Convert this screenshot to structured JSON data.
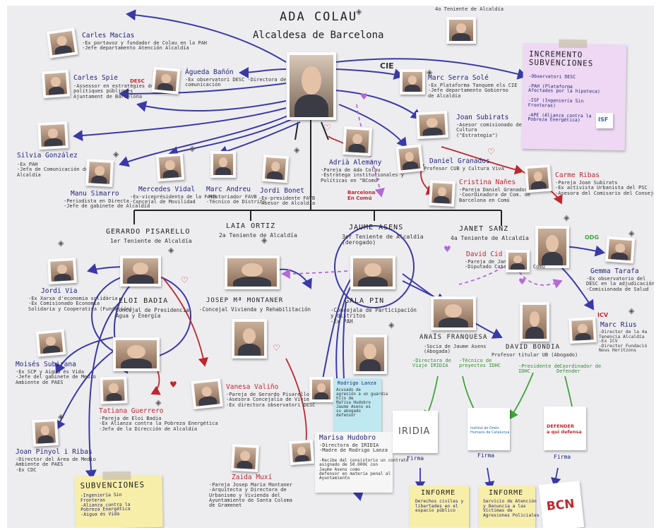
{
  "header": {
    "name": "ADA COLAU",
    "role": "Alcaldesa de Barcelona"
  },
  "center": {
    "photo": "ada-colau-photo"
  },
  "top_people": [
    {
      "name": "Carles Macías",
      "desc": "-Ex portavoz y fundador de Colau en la PAH\n-Jefe departamento Atención Alcaldía"
    },
    {
      "name": "Carles Spie",
      "desc": "-Assessor en estratègies de\npolítiques públiques\nAjuntament de Barcelona"
    },
    {
      "name": "Águeda Bañón",
      "desc": "-Ex observatori DESC -Directora de\ncomunicación"
    },
    {
      "name": "Silvia González",
      "desc": "-Ex PAH\n-Jefa de Comunicación de\nAlcaldía"
    },
    {
      "name": "Manu Simarro",
      "desc": "-Periodista en Directa\n-Jefe de gabinete de Alcaldía"
    },
    {
      "name": "Mercedes Vidal",
      "desc": "-Ex-viceprésidenta de la FAVB\n-Concejal de Movilidad"
    },
    {
      "name": "Marc Andreu",
      "desc": "-Historiador FAVB\n-Técnico de Distrito"
    },
    {
      "name": "Jordi Bonet",
      "desc": "-Ex-presidente FAVB\n-Asesor de Alcaldía"
    },
    {
      "name": "Adrià Alemany",
      "desc": "-Pareja de Ada Colau\n-Estratega institucionales y\nPolíticas en \"BComú\""
    },
    {
      "name": "4o Teniente de Alcaldía",
      "desc": ""
    },
    {
      "name": "Marc Serra Solé",
      "desc": "-Ex Plataforma Tanquem els CIE\n-Jefe departamento Gobierno\nde Alcaldía"
    },
    {
      "name": "Joan Subirats",
      "desc": "-Asesor comisionado de\nCultura\n(\"Estrategia\")"
    },
    {
      "name": "Daniel Granados",
      "desc": "Profesor CUB y Cultura Viva"
    },
    {
      "name": "Cristina Nañes",
      "desc": "-Pareja Daniel Granados\n-Coordinadora de Com. de\nBarcelona en Comú"
    },
    {
      "name": "Carme Ribas",
      "desc": "-Pareja Joan Subirats\n-Ex activista Urbanista del PSC\n-Asesora del Comisario del Consejo"
    }
  ],
  "lieutenants": [
    {
      "name": "GERARDO PISARELLO",
      "role": "1er Teniente de Alcaldía"
    },
    {
      "name": "LAIA ORTIZ",
      "role": "2a Teniente de Alcaldía"
    },
    {
      "name": "JAUME ASENS",
      "role": "3er Teniente de Alcaldía\n(derogado)"
    },
    {
      "name": "JANET SANZ",
      "role": "4a Teniente de Alcaldía"
    }
  ],
  "bottom_people": [
    {
      "name": "Jordi Via",
      "desc": "-Ex Xarxa d'economia solidària\n-Ex Comisionado Economía\nSolidaria y Cooperativa (Fundación)"
    },
    {
      "name": "ELOI BADIA",
      "desc": "Concejal de Presidencia,\nAgua y Energía"
    },
    {
      "name": "Moisés Subirana",
      "desc": "-Ex SCP y Aigua és Vida\n-Jefe del gabinete de Medio\nAmbiente de PAES"
    },
    {
      "name": "Tatiana Guerrero",
      "desc": "-Pareja de Eloi Badia\n-Ex Alianza contra la Pobreza Energética\n-Jefa de la Dirección de Alcaldía"
    },
    {
      "name": "Joan Pinyol i Ribas",
      "desc": "-Director del Área de Medio\nAmbiente de PAES\n-Ex CDC"
    },
    {
      "name": "JOSEP Mª MONTANER",
      "desc": "-Concejal Vivienda y Rehabilitación"
    },
    {
      "name": "Vanesa Valiño",
      "desc": "-Pareja de Gerardo Pisarello\n-Asesora Concejalía de Vivienda\n-Ex directora observatori DESC"
    },
    {
      "name": "Zaida Muxí",
      "desc": "-Pareja Josep Maria Montaner\n-Arquitecta y Directora de\nUrbanismo y Vivienda del\nAyuntamiento de Santa Coloma\nde Gramenet"
    },
    {
      "name": "GALA PIN",
      "desc": "-Concejala de Participación\ny distritos\n-Ex PAH"
    },
    {
      "name": "Rodrigo Lanza",
      "desc": "Acusado de\nagresión a un guardia\nhijo de\nMarisa Hudobro\nJaume Asens es\nsu abogado\ndefensor"
    },
    {
      "name": "Marisa Hudobro",
      "desc": "-Directora de IRIDIA\n-Madre de Rodrigo Lanza"
    },
    {
      "name": "",
      "desc": "-Recibe del consistorio un contrato\nasignado de 50.000€ con\nJaume Asens como\ndefensor en materia penal al\nAyuntamiento"
    },
    {
      "name": "David Cid",
      "desc": "-Pareja de Janet Sanz\n-Diputado Catalunya en Comú"
    },
    {
      "name": "ANAÏS FRANQUESA",
      "desc": "-Socia de Jaume Asens\n(Abogada)"
    },
    {
      "name": "DAVID BONDIA",
      "desc": "Profesor titular UB (Abogado)"
    },
    {
      "name": "Gemma Tarafa",
      "desc": "-Ex observatorio del\nDESC en la adjudicación\n-Comisionada de Salud"
    },
    {
      "name": "Marc Rius",
      "desc": "-Director de la 4a\nTenencia Alcaldía\n-Ex ICV\n-Director Fundació\nNous Horitzons"
    }
  ],
  "roles_green": [
    "-Directora de\nViaje IRIDIA",
    "-Técnico de\nproyectos IDHC",
    "-Presidente de\nIDHC",
    "-Coordinador de\nDefender"
  ],
  "firma": [
    "Firma",
    "Firma",
    "Firma"
  ],
  "notes": {
    "incremento": {
      "title": "INCREMENTO\nSUBVENCIONES",
      "items": "-Observatori DESC\n\n-PAH (Plataforma\nAfectados por la hipoteca)\n\n-ISF (Ingeniería Sin\nFronteras)\n\n-APE (Alianza contra la\nPobreza Energética)"
    },
    "subvenciones": {
      "title": "SUBVENCIONES",
      "items": "-Ingeniería Sin\nFronteras\n-Alianza contra la\nPobreza Energética\n-Aigua és Vida"
    },
    "informe1": {
      "title": "INFORME",
      "text": "Derechos civiles y\nlibertades en el\nespacio público"
    },
    "informe2": {
      "title": "INFORME",
      "text": "Servicio de Atención\ny Denuncia a las\nVíctimas de\nAgresiones Policiales"
    }
  },
  "logos": {
    "bcomu": "Barcelona\nEn Comú",
    "iridia": "IRIDIA",
    "idhc": "Institut de Drets\nHumans de Catalunya",
    "defender": "DEFENDER\na qui defensa",
    "bcn": "BCN",
    "cie": "CIE",
    "desc": "DESC",
    "odg": "ODG",
    "icv": "ICV",
    "isf": "ISF"
  },
  "colors": {
    "arrow_blue": "#3a39a8",
    "arrow_red": "#c0262d",
    "arrow_green": "#3ea53a",
    "arrow_purple": "#b469d6",
    "note_purple": "#eed8f3",
    "note_yellow": "#f7eeaa",
    "note_cyan": "#bfe8f1",
    "line_black": "#222222"
  }
}
